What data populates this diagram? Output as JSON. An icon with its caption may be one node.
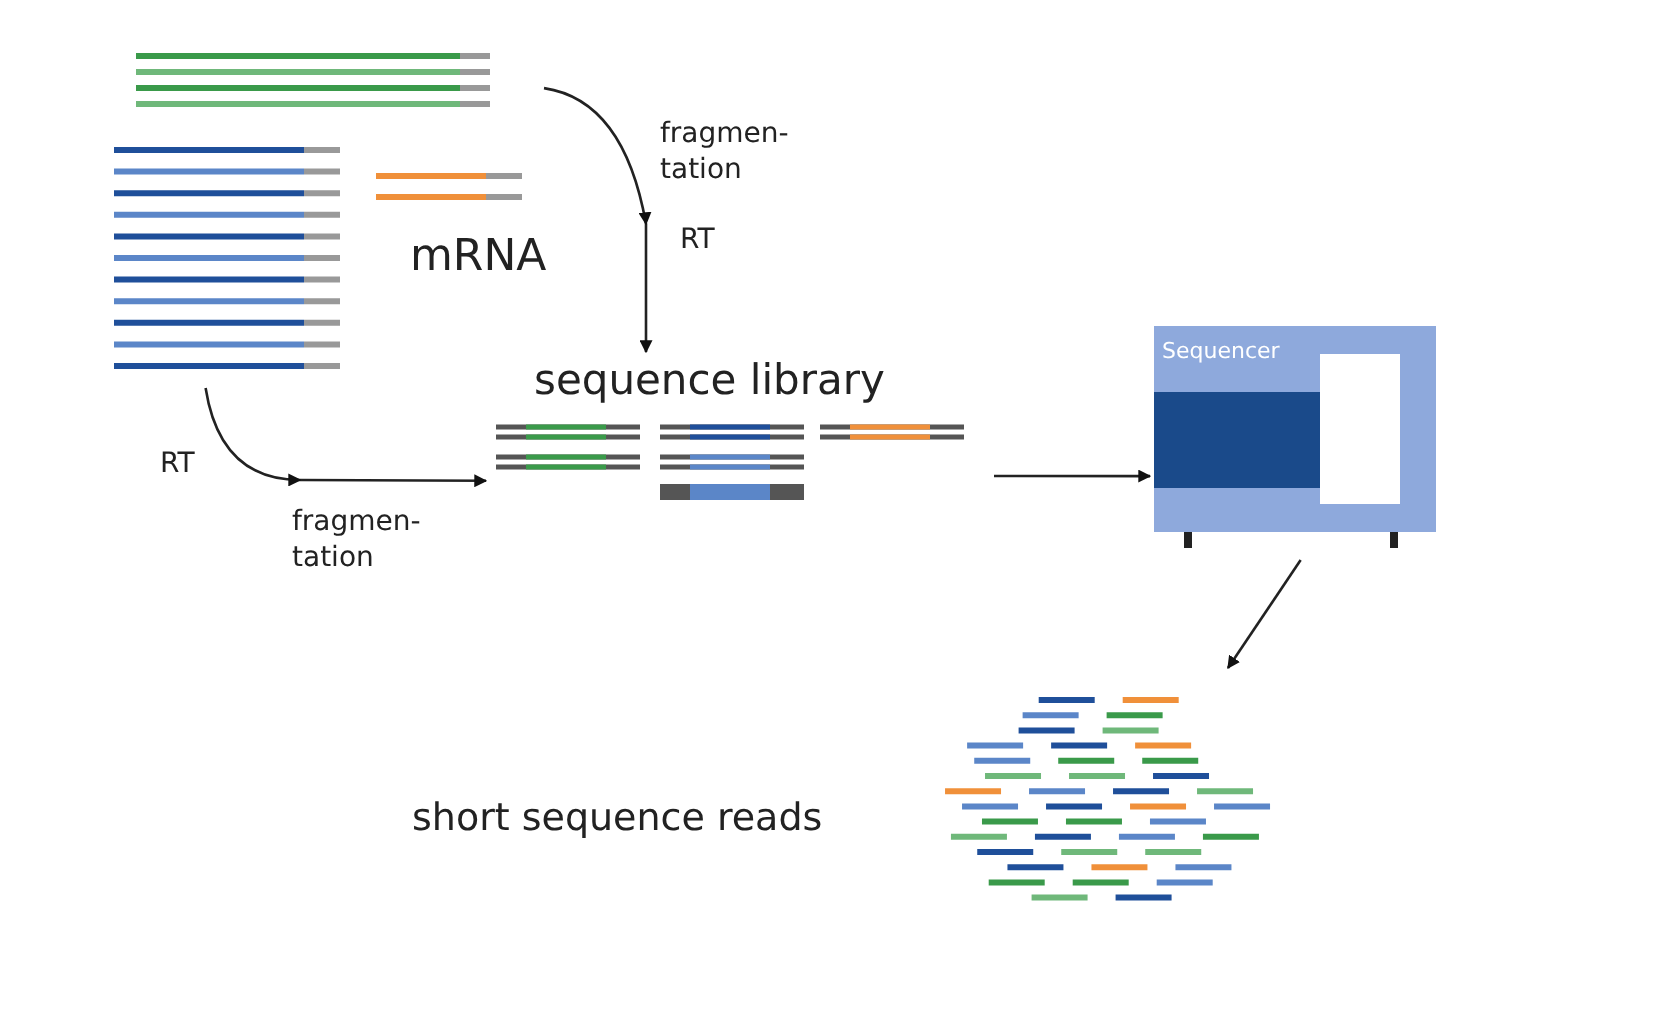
{
  "diagram": {
    "nodes": [
      {
        "text": [
          "mRNA"
        ]
      },
      {
        "text": [
          "sequence library"
        ]
      },
      {
        "text": [
          "Sequencer"
        ]
      },
      {
        "text": [
          "short sequence reads"
        ]
      }
    ],
    "edges": [
      {
        "from": 0,
        "to": 1,
        "arrow": "to",
        "label": "fragmen- tation"
      },
      {
        "from": 0,
        "to": 1,
        "arrow": "to",
        "label": "fragmen- tation"
      },
      {
        "from": 1,
        "to": 2,
        "arrow": "to"
      },
      {
        "from": 2,
        "to": 3,
        "arrow": "to"
      }
    ],
    "labels": [
      "RT",
      "RT"
    ]
  }
}
